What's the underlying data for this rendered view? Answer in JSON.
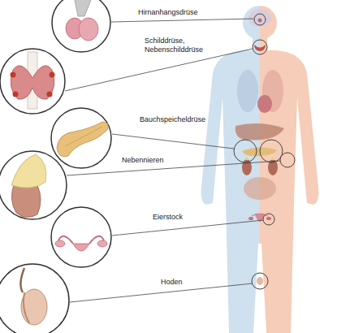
{
  "diagram": {
    "labels": [
      "Hirnanhangsdrüse",
      "Schilddrüse, Nebenschilddrüse",
      "Bauchspeicheldrüse",
      "Nebennieren",
      "Eierstock",
      "Hoden"
    ]
  }
}
